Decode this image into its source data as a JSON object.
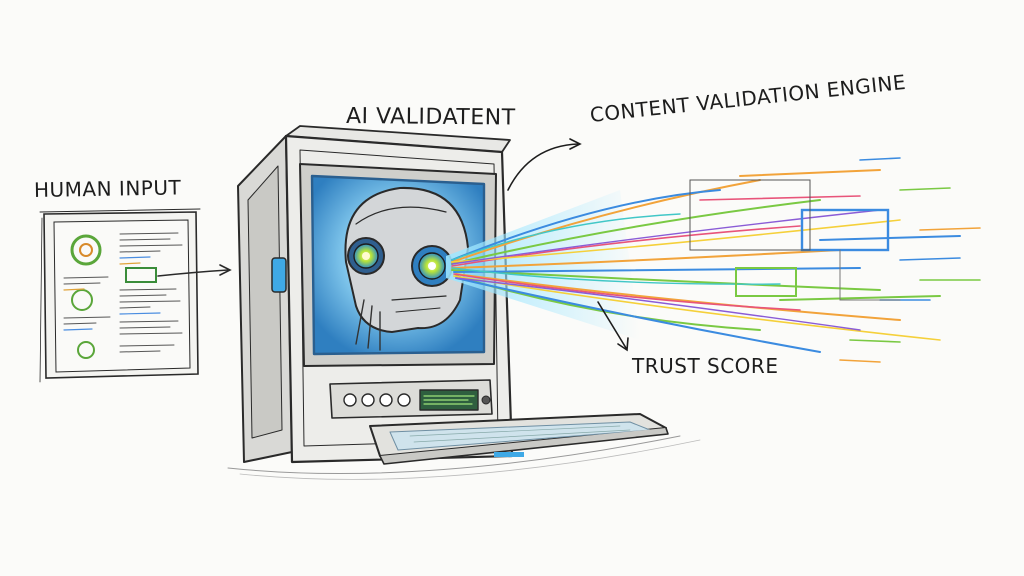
{
  "labels": {
    "human_input": "HUMAN INPUT",
    "ai_validator": "AI VALIDATENT",
    "engine": "CONTENT VALIDATION ENGINE",
    "trust_score": "TRUST SCORE"
  },
  "colors": {
    "ink": "#1d1d1d",
    "screen_blue": "#3fa9e6",
    "eye_green": "#b6e23a",
    "stream": [
      "#f2a33a",
      "#7ac943",
      "#3b8be0",
      "#e8547a",
      "#f5d03a",
      "#8a5cd6",
      "#41c7c7"
    ]
  }
}
